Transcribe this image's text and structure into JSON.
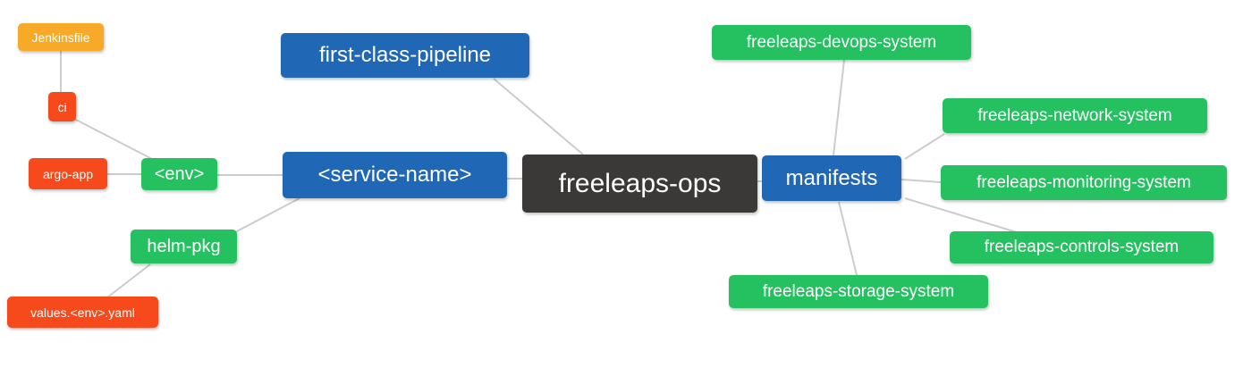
{
  "diagram": {
    "type": "mindmap",
    "root_label": "freeleaps-ops",
    "colors": {
      "orange": "#f7a928",
      "red_orange": "#f6491c",
      "green": "#25c161",
      "blue": "#2067b5",
      "dark": "#3b3838",
      "edge": "#cccccc",
      "text": "#ffffff",
      "background": "#ffffff"
    },
    "edges": [
      [
        "Jenkinsfile",
        "ci"
      ],
      [
        "ci",
        "<env>"
      ],
      [
        "argo-app",
        "<env>"
      ],
      [
        "<env>",
        "<service-name>"
      ],
      [
        "helm-pkg",
        "<service-name>"
      ],
      [
        "values.<env>.yaml",
        "helm-pkg"
      ],
      [
        "first-class-pipeline",
        "freeleaps-ops"
      ],
      [
        "<service-name>",
        "freeleaps-ops"
      ],
      [
        "freeleaps-ops",
        "manifests"
      ],
      [
        "manifests",
        "freeleaps-devops-system"
      ],
      [
        "manifests",
        "freeleaps-network-system"
      ],
      [
        "manifests",
        "freeleaps-monitoring-system"
      ],
      [
        "manifests",
        "freeleaps-controls-system"
      ],
      [
        "manifests",
        "freeleaps-storage-system"
      ]
    ]
  },
  "nodes": {
    "jenkinsfile": {
      "label": "Jenkinsfile"
    },
    "ci": {
      "label": "ci"
    },
    "argo_app": {
      "label": "argo-app"
    },
    "env": {
      "label": "<env>"
    },
    "helm_pkg": {
      "label": "helm-pkg"
    },
    "values_env_yaml": {
      "label": "values.<env>.yaml"
    },
    "first_class_pipeline": {
      "label": "first-class-pipeline"
    },
    "service_name": {
      "label": "<service-name>"
    },
    "freeleaps_ops": {
      "label": "freeleaps-ops"
    },
    "manifests": {
      "label": "manifests"
    },
    "devops_system": {
      "label": "freeleaps-devops-system"
    },
    "network_system": {
      "label": "freeleaps-network-system"
    },
    "monitoring_system": {
      "label": "freeleaps-monitoring-system"
    },
    "controls_system": {
      "label": "freeleaps-controls-system"
    },
    "storage_system": {
      "label": "freeleaps-storage-system"
    }
  }
}
